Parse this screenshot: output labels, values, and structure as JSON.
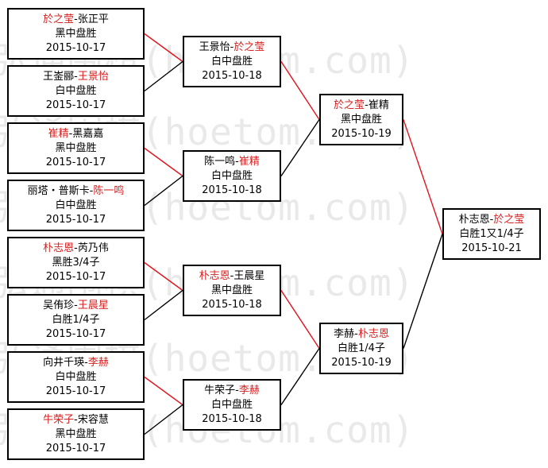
{
  "watermark": "弘通围棋(hoetom.com)",
  "rounds": [
    {
      "name": "round-1",
      "matches": [
        {
          "p1": "於之莹",
          "p2": "张正平",
          "winner": 1,
          "result": "黑中盘胜",
          "date": "2015-10-17"
        },
        {
          "p1": "王崟郦",
          "p2": "王景怡",
          "winner": 2,
          "result": "白中盘胜",
          "date": "2015-10-17"
        },
        {
          "p1": "崔精",
          "p2": "黑嘉嘉",
          "winner": 1,
          "result": "黑中盘胜",
          "date": "2015-10-17"
        },
        {
          "p1": "丽塔・普斯卡",
          "p2": "陈一鸣",
          "winner": 2,
          "result": "白中盘胜",
          "date": "2015-10-17"
        },
        {
          "p1": "朴志恩",
          "p2": "芮乃伟",
          "winner": 1,
          "result": "黑胜3/4子",
          "date": "2015-10-17"
        },
        {
          "p1": "吴侑珍",
          "p2": "王晨星",
          "winner": 2,
          "result": "白胜1/4子",
          "date": "2015-10-17"
        },
        {
          "p1": "向井千瑛",
          "p2": "李赫",
          "winner": 2,
          "result": "白中盘胜",
          "date": "2015-10-17"
        },
        {
          "p1": "牛荣子",
          "p2": "宋容慧",
          "winner": 1,
          "result": "黑中盘胜",
          "date": "2015-10-17"
        }
      ]
    },
    {
      "name": "round-2",
      "matches": [
        {
          "p1": "王景怡",
          "p2": "於之莹",
          "winner": 2,
          "result": "白中盘胜",
          "date": "2015-10-18"
        },
        {
          "p1": "陈一鸣",
          "p2": "崔精",
          "winner": 2,
          "result": "白中盘胜",
          "date": "2015-10-18"
        },
        {
          "p1": "朴志恩",
          "p2": "王晨星",
          "winner": 1,
          "result": "黑中盘胜",
          "date": "2015-10-18"
        },
        {
          "p1": "牛荣子",
          "p2": "李赫",
          "winner": 2,
          "result": "白中盘胜",
          "date": "2015-10-18"
        }
      ]
    },
    {
      "name": "semifinal",
      "matches": [
        {
          "p1": "於之莹",
          "p2": "崔精",
          "winner": 1,
          "result": "黑中盘胜",
          "date": "2015-10-19"
        },
        {
          "p1": "李赫",
          "p2": "朴志恩",
          "winner": 2,
          "result": "白胜1/4子",
          "date": "2015-10-19"
        }
      ]
    },
    {
      "name": "final",
      "matches": [
        {
          "p1": "朴志恩",
          "p2": "於之莹",
          "winner": 2,
          "result": "白胜1又1/4子",
          "date": "2015-10-21"
        }
      ]
    }
  ],
  "colors": {
    "winner": "#d81e1e",
    "loser": "#000000",
    "line_win": "#e0141e",
    "line_lose": "#000000",
    "border": "#000000"
  }
}
